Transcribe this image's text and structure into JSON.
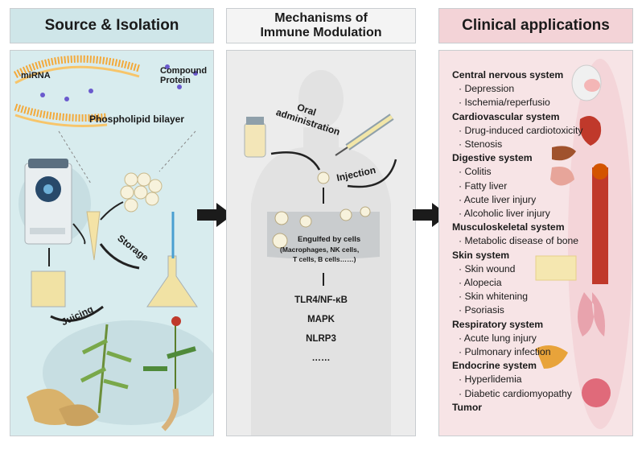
{
  "panels": {
    "source": {
      "title": "Source & Isolation",
      "labels": {
        "mirna": "miRNA",
        "compound": "Compound",
        "protein": "Protein",
        "bilayer": "Phospholipid bilayer",
        "storage": "Storage",
        "juicing": "Juicing"
      }
    },
    "mechanisms": {
      "title_line1": "Mechanisms of",
      "title_line2": "Immune Modulation",
      "labels": {
        "oral": "Oral administration",
        "injection": "Injection",
        "engulfed": "Engulfed by cells",
        "engulfed_sub1": "(Macrophages, NK cells,",
        "engulfed_sub2": "T cells, B cells……)"
      },
      "pathways": [
        "TLR4/NF-κB",
        "MAPK",
        "NLRP3",
        "……"
      ]
    },
    "clinical": {
      "title": "Clinical applications",
      "systems": [
        {
          "name": "Central nervous system",
          "items": [
            "Depression",
            "Ischemia/reperfusio"
          ]
        },
        {
          "name": "Cardiovascular system",
          "items": [
            "Drug-induced cardiotoxicity",
            "Stenosis"
          ]
        },
        {
          "name": "Digestive system",
          "items": [
            "Colitis",
            "Fatty liver",
            "Acute liver injury",
            "Alcoholic liver injury"
          ]
        },
        {
          "name": "Musculoskeletal system",
          "items": [
            "Metabolic disease of bone"
          ]
        },
        {
          "name": "Skin system",
          "items": [
            "Skin wound",
            "Alopecia",
            "Skin whitening",
            "Psoriasis"
          ]
        },
        {
          "name": "Respiratory system",
          "items": [
            "Acute lung injury",
            "Pulmonary infection"
          ]
        },
        {
          "name": "Endocrine system",
          "items": [
            "Hyperlidemia",
            "Diabetic cardiomyopathy"
          ]
        },
        {
          "name": "Tumor",
          "items": []
        }
      ]
    }
  },
  "colors": {
    "source_bg": "#d8ecee",
    "source_header": "#cfe6e9",
    "mech_bg": "#ececec",
    "mech_header": "#f4f4f4",
    "clinical_bg": "#f7e4e6",
    "clinical_header": "#f3d3d7",
    "arrow": "#1b1b1b"
  }
}
